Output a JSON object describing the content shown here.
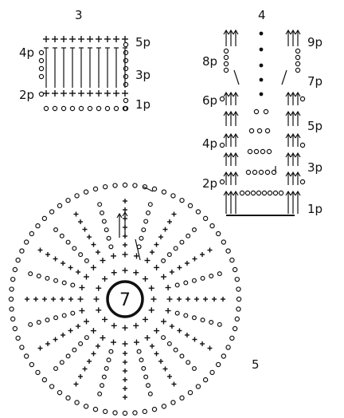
{
  "figures": {
    "f3": {
      "number": "3",
      "row_labels_right": [
        "5р",
        "3р",
        "1р"
      ],
      "row_labels_left": [
        "4р",
        "2р"
      ]
    },
    "f4": {
      "number": "4",
      "row_labels_right": [
        "9р",
        "7р",
        "5р",
        "3р",
        "1р"
      ],
      "row_labels_left": [
        "8р",
        "6р",
        "4р",
        "2р"
      ]
    },
    "f5": {
      "number": "5",
      "center_label": "7"
    }
  },
  "colors": {
    "ink": "#111111",
    "background": "#ffffff"
  },
  "legend_symbols": [
    "chain-stitch-oval",
    "single-crochet-cross",
    "double-crochet-pole",
    "slip-stitch-dot"
  ]
}
